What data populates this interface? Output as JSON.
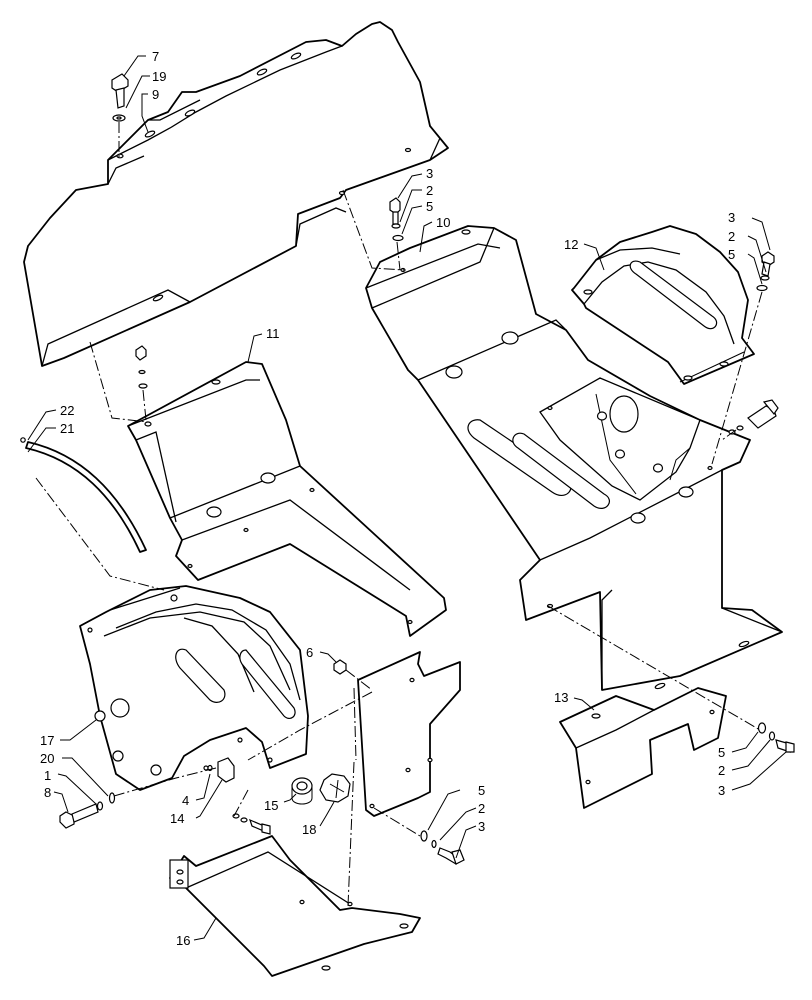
{
  "diagram": {
    "callouts": [
      {
        "id": "c7",
        "text": "7"
      },
      {
        "id": "c19",
        "text": "19"
      },
      {
        "id": "c9",
        "text": "9"
      },
      {
        "id": "c3a",
        "text": "3"
      },
      {
        "id": "c2a",
        "text": "2"
      },
      {
        "id": "c5a",
        "text": "5"
      },
      {
        "id": "c10",
        "text": "10"
      },
      {
        "id": "c3b",
        "text": "3"
      },
      {
        "id": "c2b",
        "text": "2"
      },
      {
        "id": "c5b",
        "text": "5"
      },
      {
        "id": "c12",
        "text": "12"
      },
      {
        "id": "c11",
        "text": "11"
      },
      {
        "id": "c22",
        "text": "22"
      },
      {
        "id": "c21",
        "text": "21"
      },
      {
        "id": "c6",
        "text": "6"
      },
      {
        "id": "c13",
        "text": "13"
      },
      {
        "id": "c17",
        "text": "17"
      },
      {
        "id": "c20",
        "text": "20"
      },
      {
        "id": "c1",
        "text": "1"
      },
      {
        "id": "c8",
        "text": "8"
      },
      {
        "id": "c4",
        "text": "4"
      },
      {
        "id": "c14",
        "text": "14"
      },
      {
        "id": "c15",
        "text": "15"
      },
      {
        "id": "c18",
        "text": "18"
      },
      {
        "id": "c5c",
        "text": "5"
      },
      {
        "id": "c2c",
        "text": "2"
      },
      {
        "id": "c3c",
        "text": "3"
      },
      {
        "id": "c5d",
        "text": "5"
      },
      {
        "id": "c2d",
        "text": "2"
      },
      {
        "id": "c3d",
        "text": "3"
      },
      {
        "id": "c16",
        "text": "16"
      }
    ]
  }
}
